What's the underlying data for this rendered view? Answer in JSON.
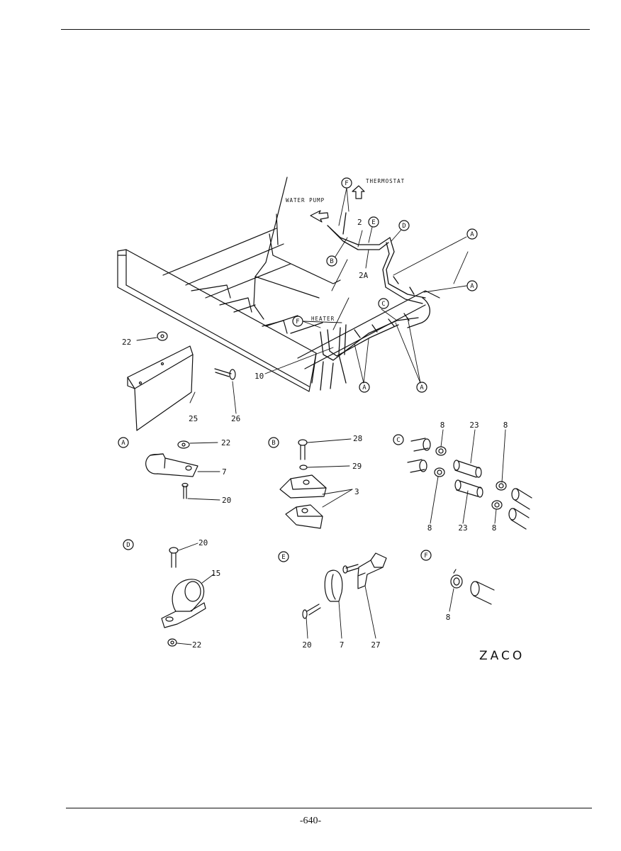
{
  "header": {
    "title": ""
  },
  "footer": {
    "page_number": "-640-"
  },
  "diagram": {
    "captions": {
      "water_pump": "WATER PUMP",
      "thermostat": "THERMOSTAT",
      "heater": "HEATER"
    },
    "callouts": {
      "part_2": "2",
      "part_2a": "2A",
      "part_10": "10",
      "part_22_top": "22",
      "part_25": "25",
      "part_26": "26",
      "detail_a_22": "22",
      "detail_a_7": "7",
      "detail_a_20": "20",
      "detail_b_28": "28",
      "detail_b_29": "29",
      "detail_b_3": "3",
      "detail_c_8_tl": "8",
      "detail_c_23_t": "23",
      "detail_c_8_tr": "8",
      "detail_c_8_bl": "8",
      "detail_c_23_b": "23",
      "detail_c_8_br": "8",
      "detail_d_20": "20",
      "detail_d_15": "15",
      "detail_d_22": "22",
      "detail_e_20": "20",
      "detail_e_7": "7",
      "detail_e_27": "27",
      "detail_f_8": "8"
    },
    "detail_markers": [
      "A",
      "B",
      "C",
      "D",
      "E",
      "F"
    ],
    "code": "ZACO"
  }
}
